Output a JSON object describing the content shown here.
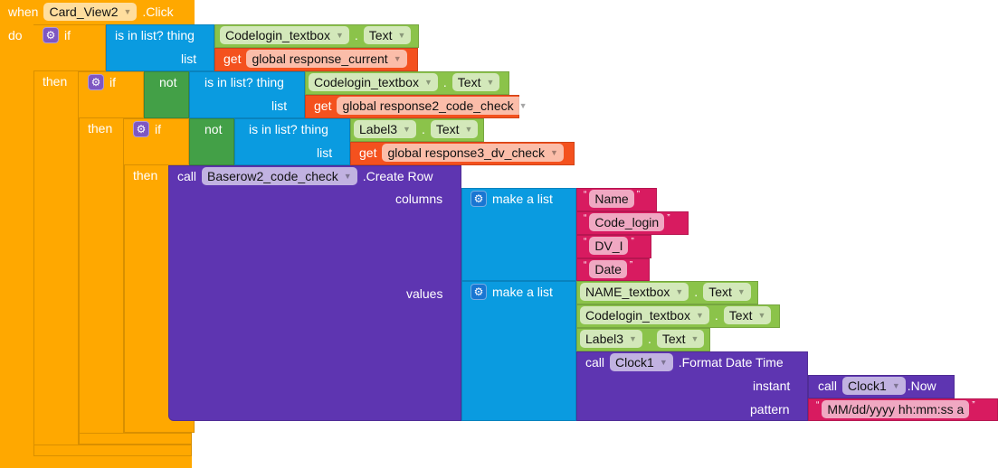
{
  "event": {
    "when": "when",
    "component": "Card_View2",
    "event": ".Click",
    "do": "do"
  },
  "if1": {
    "if": "if",
    "then": "then",
    "cond": {
      "title": "is in list? thing",
      "list": "list",
      "thing_component": "Codelogin_textbox",
      "thing_prop": "Text",
      "get": "get",
      "var": "global response_current"
    }
  },
  "if2": {
    "if": "if",
    "then": "then",
    "not": "not",
    "cond": {
      "title": "is in list? thing",
      "list": "list",
      "thing_component": "Codelogin_textbox",
      "thing_prop": "Text",
      "get": "get",
      "var": "global response2_code_check"
    }
  },
  "if3": {
    "if": "if",
    "then": "then",
    "not": "not",
    "cond": {
      "title": "is in list? thing",
      "list": "list",
      "thing_component": "Label3",
      "thing_prop": "Text",
      "get": "get",
      "var": "global response3_dv_check"
    }
  },
  "call": {
    "call": "call",
    "component": "Baserow2_code_check",
    "method": ".Create Row",
    "columns": "columns",
    "values": "values"
  },
  "columns_list": {
    "title": "make a list",
    "items": [
      "Name",
      "Code_login",
      "DV_I",
      "Date"
    ]
  },
  "values_list": {
    "title": "make a list",
    "items": [
      {
        "component": "NAME_textbox",
        "prop": "Text"
      },
      {
        "component": "Codelogin_textbox",
        "prop": "Text"
      },
      {
        "component": "Label3",
        "prop": "Text"
      }
    ]
  },
  "format": {
    "call": "call",
    "component": "Clock1",
    "method": ".Format Date Time",
    "instant": "instant",
    "pattern": "pattern"
  },
  "now": {
    "call": "call",
    "component": "Clock1",
    "method": ".Now"
  },
  "pattern_text": "MM/dd/yyyy hh:mm:ss a",
  "colors": {
    "control": "#FFA800",
    "lists": "#0A9BE0",
    "logic": "#43A047",
    "component": "#8BC34A",
    "variable": "#F4511E",
    "procedure": "#5E35B1",
    "text": "#D81B60"
  }
}
